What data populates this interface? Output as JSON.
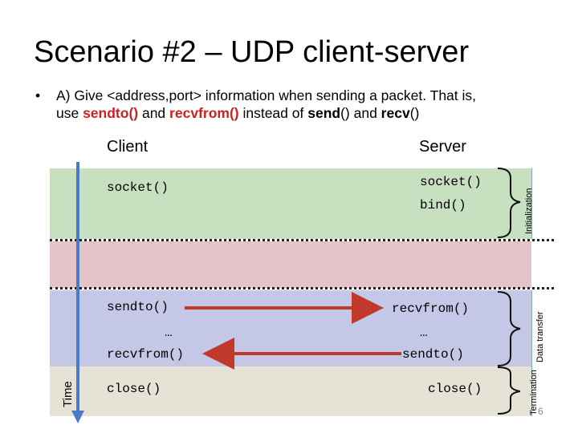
{
  "slide": {
    "title": "Scenario #2 – UDP client-server",
    "bullet": {
      "p1": "A) Give <address,port> information when sending a packet. That is,",
      "p2": "use ",
      "sendto": "sendto()",
      "p3": " and ",
      "recvfrom": "recvfrom()",
      "p4": " instead of ",
      "send": "send",
      "p5": "() and ",
      "recv": "recv",
      "p6": "()"
    },
    "client_label": "Client",
    "server_label": "Server",
    "time_label": "Time",
    "page_number": "6"
  },
  "client": {
    "socket": "socket()",
    "sendto": "sendto()",
    "ellipsis": "…",
    "recvfrom": "recvfrom()",
    "close": "close()"
  },
  "server": {
    "socket": "socket()",
    "bind": "bind()",
    "recvfrom": "recvfrom()",
    "ellipsis": "…",
    "sendto": "sendto()",
    "close": "close()"
  },
  "phases": {
    "initialization": "Initialization",
    "data_transfer": "Data transfer",
    "termination": "Termination"
  },
  "colors": {
    "initialization": "#c6e0c0",
    "connection": "#e4c4c8",
    "data_transfer": "#c4c8e6",
    "termination": "#e6e3d6",
    "time_arrow": "#4a7ac8",
    "red_text": "#cc1f1f"
  }
}
